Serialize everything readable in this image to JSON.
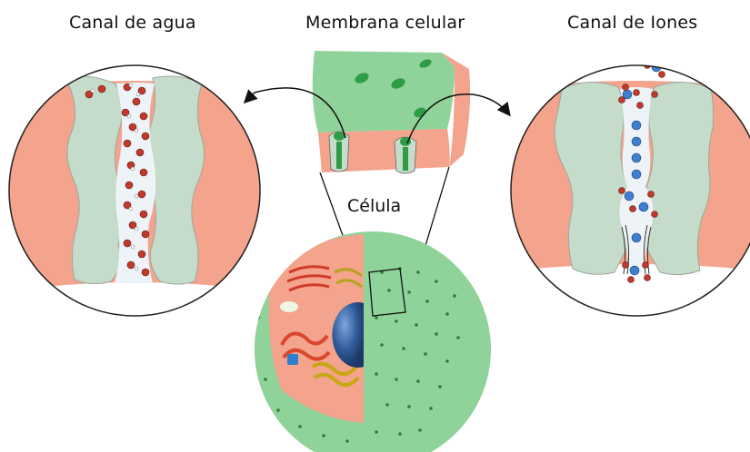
{
  "labels": {
    "water_channel": "Canal de agua",
    "cell_membrane": "Membrana celular",
    "ion_channel": "Canal de Iones",
    "cell": "Célula"
  },
  "colors": {
    "membrane_green": "#8fd39a",
    "membrane_dark_green": "#2e9b45",
    "lipid_salmon": "#f4a38c",
    "protein_gray_green": "#c6dcca",
    "water_oxygen": "#c0392b",
    "ion_blue": "#3f7fd0",
    "nucleus_blue": "#2f5b9a",
    "outline": "#222222"
  }
}
